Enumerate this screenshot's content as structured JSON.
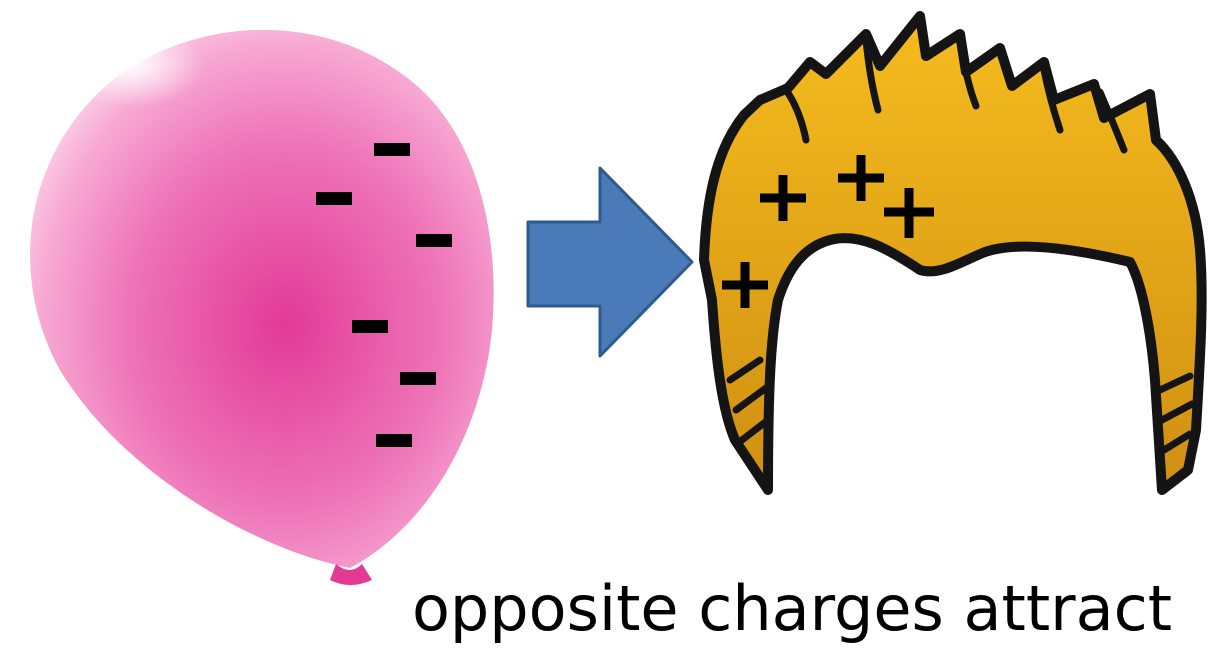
{
  "caption": "opposite charges attract",
  "balloon": {
    "charge_sign": "−",
    "charge_count": 6,
    "color": "#e8479e"
  },
  "hair": {
    "charge_sign": "+",
    "charge_count": 4,
    "color": "#e8a818"
  },
  "arrow": {
    "color": "#4a7ab8",
    "direction": "right"
  }
}
